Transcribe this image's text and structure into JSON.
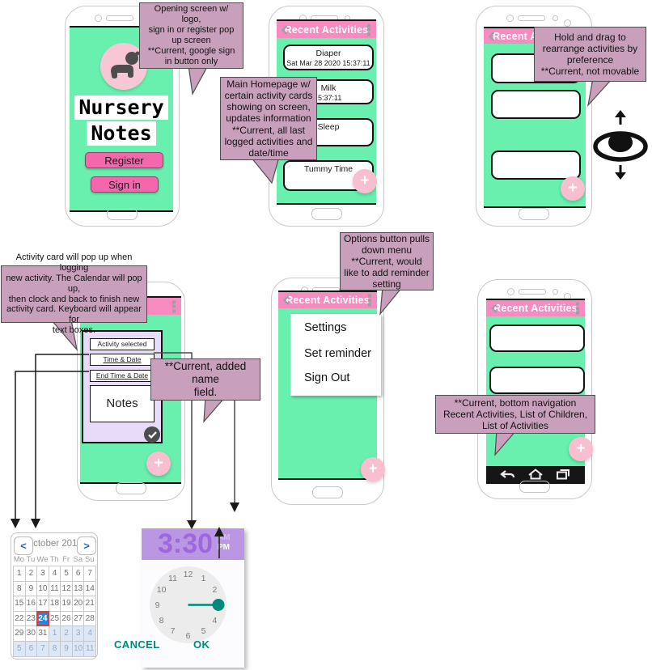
{
  "phones": {
    "opening": {
      "title_line1": "Nursery",
      "title_line2": "Notes",
      "register": "Register",
      "sign_in": "Sign in"
    },
    "homepage": {
      "title": "Recent Activities",
      "cards": [
        {
          "title": "Diaper",
          "subtitle": "Sat Mar 28 2020 15:37:11"
        },
        {
          "title": "Milk",
          "subtitle": "5:37:11"
        },
        {
          "title": "Sleep",
          "subtitle": ""
        },
        {
          "title": "Tummy Time",
          "subtitle": ""
        }
      ],
      "fab": "+"
    },
    "rearrange": {
      "title": "Recent Activities",
      "fab": "+"
    },
    "new_activity": {
      "activity_field": "Activity selected",
      "time_field": "Time & Date",
      "end_field": "End Time & Date",
      "notes": "Notes",
      "fab": "+"
    },
    "options": {
      "title": "Recent Activities",
      "menu_items": [
        "Settings",
        "Set reminder",
        "Sign Out"
      ],
      "fab": "+"
    },
    "bottom_nav": {
      "title": "Recent Activities",
      "fab": "+"
    }
  },
  "callouts": {
    "opening": "Opening screen w/\nlogo,\nsign in or register pop\nup screen\n**Current, google sign\nin button only",
    "homepage": "Main Homepage w/\ncertain activity cards\nshowing on screen,\nupdates information\n**Current, all last\nlogged activities and\ndate/time",
    "rearrange": "Hold and drag to\nrearrange activities by\npreference\n**Current, not movable",
    "new_activity": "Activity card will pop up when logging\nnew activity. The Calendar will pop up,\nthen clock and back to finish new\nactivity card. Keyboard will appear for\ntext boxes.",
    "name_field": "**Current, added name\nfield.",
    "options_menu": "Options button pulls\ndown menu\n**Current, would\nlike to add reminder\nsetting",
    "bottom_nav": "**Current, bottom navigation\nRecent Activities, List of Children,\nList of Activities"
  },
  "calendar": {
    "prev": "<",
    "next": ">",
    "title": "October 2018",
    "day_headers": [
      "Mo",
      "Tu",
      "We",
      "Th",
      "Fr",
      "Sa",
      "Su"
    ],
    "weeks": [
      [
        "1",
        "2",
        "3",
        "4",
        "5",
        "6",
        "7"
      ],
      [
        "8",
        "9",
        "10",
        "11",
        "12",
        "13",
        "14"
      ],
      [
        "15",
        "16",
        "17",
        "18",
        "19",
        "20",
        "21"
      ],
      [
        "22",
        "23",
        "24",
        "25",
        "26",
        "27",
        "28"
      ],
      [
        "29",
        "30",
        "31",
        "1",
        "2",
        "3",
        "4"
      ],
      [
        "5",
        "6",
        "7",
        "8",
        "9",
        "10",
        "11"
      ]
    ],
    "selected_day": "24",
    "selected_week": 3,
    "selected_col": 2,
    "other_month": {
      "4": 3,
      "5": 0
    }
  },
  "clock": {
    "time": "3:30",
    "am": "AM",
    "pm": "PM",
    "numbers": [
      "1",
      "2",
      "3",
      "4",
      "5",
      "6",
      "7",
      "8",
      "9",
      "10",
      "11",
      "12"
    ],
    "selected_hour": "3",
    "cancel": "CANCEL",
    "ok": "OK"
  },
  "colors": {
    "screen_green": "#69F0AE",
    "appbar_pink": "#F78BC0",
    "button_pink": "#F567AC",
    "fab_pink": "#F8BFD0",
    "callout_mauve": "#C9A0BC",
    "modal_lavender": "#E7DBF7",
    "selected_day_blue": "#1E88E5",
    "selected_day_border_red": "#E53935",
    "clock_accent_teal": "#00897B",
    "clock_header_purple": "#BB97E3"
  }
}
